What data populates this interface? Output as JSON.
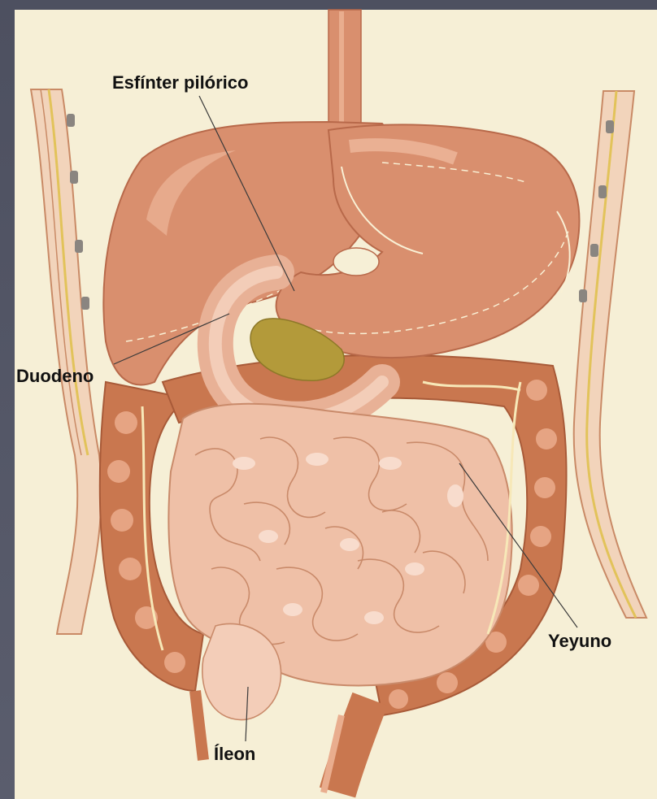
{
  "labels": {
    "pyloric_sphincter": "Esfínter pilórico",
    "duodenum": "Duodeno",
    "jejunum": "Yeyuno",
    "ileum": "Íleon"
  },
  "colors": {
    "frame": "#545767",
    "background": "#f6efd6",
    "organ": "#d98f6e",
    "organ_dark": "#c4724f",
    "organ_light": "#f0c3a8",
    "small_intestine": "#efc0a7",
    "pancreas": "#b39a3a",
    "fat_line": "#f7e8b8",
    "vessel": "#f9f0d5"
  }
}
